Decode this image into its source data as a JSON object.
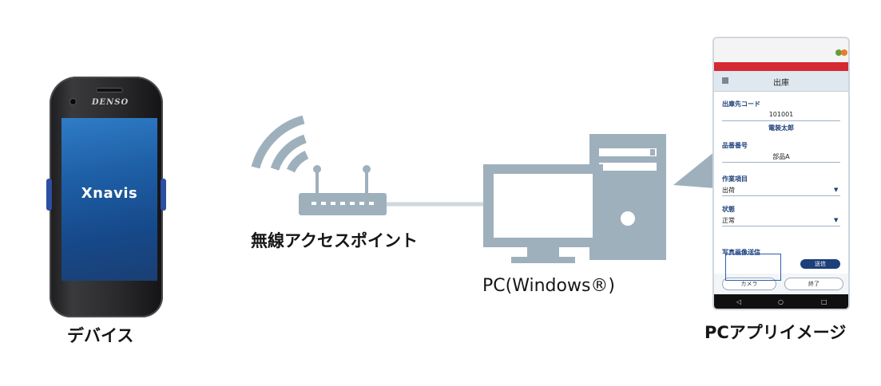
{
  "device": {
    "brand": "DENSO",
    "screen_text": "Xnavis",
    "label": "デバイス"
  },
  "router": {
    "label": "無線アクセスポイント"
  },
  "pc": {
    "label": "PC(Windows®)"
  },
  "pc_app": {
    "label": "PCアプリイメージ",
    "header_title": "出庫",
    "field1_label": "出庫先コード",
    "field1_value": "101001",
    "field1_sub": "電装太郎",
    "field2_label": "品番番号",
    "field2_value": "部品A",
    "field3_label": "作業項目",
    "field3_value": "出荷",
    "field4_label": "状態",
    "field4_value": "正常",
    "field5_label": "写真画像送信",
    "send_button": "送信",
    "bottom_left": "カメラ",
    "bottom_right": "終了"
  },
  "colors": {
    "icon_gray": "#9fb0bd",
    "device_blue": "#2c4fa3",
    "app_accent": "#1d3f7a",
    "status_red": "#d42a33"
  }
}
